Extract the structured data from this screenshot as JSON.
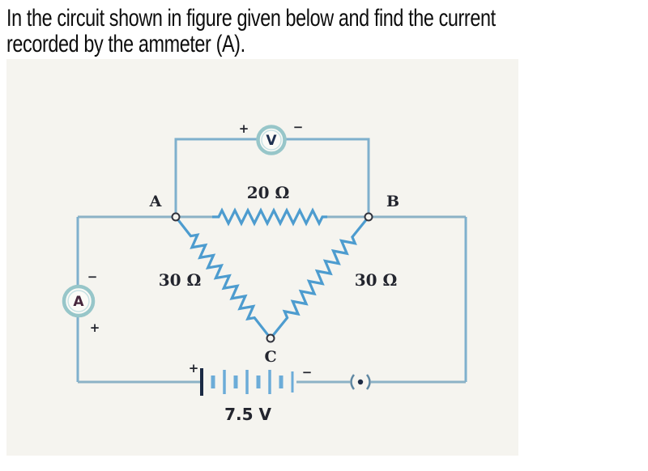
{
  "question": {
    "lines": [
      "In the circuit shown in figure given below and find the current",
      "recorded by the ammeter (A)."
    ]
  },
  "circuit": {
    "node_a": "A",
    "node_b": "B",
    "node_c": "C",
    "resistor_top": "20 Ω",
    "resistor_left": "30 Ω",
    "resistor_right": "30 Ω",
    "battery_voltage": "7.5 V",
    "voltmeter_symbol": "V",
    "ammeter_symbol": "A",
    "voltmeter_plus": "+",
    "voltmeter_minus": "−",
    "ammeter_plus": "+",
    "ammeter_minus": "−",
    "battery_plus": "+",
    "battery_minus": "−"
  },
  "colors": {
    "panel_bg": "#f5f4ef",
    "wire": "#8cb2c6",
    "resistor": "#4d9ccf",
    "battery_cell": "#6cacd8",
    "battery_terminal": "#1b2a44",
    "meter_ring": "#97c6c9",
    "voltmeter_letter": "#1e3050",
    "ammeter_letter": "#46263c",
    "label": "#23252e"
  }
}
